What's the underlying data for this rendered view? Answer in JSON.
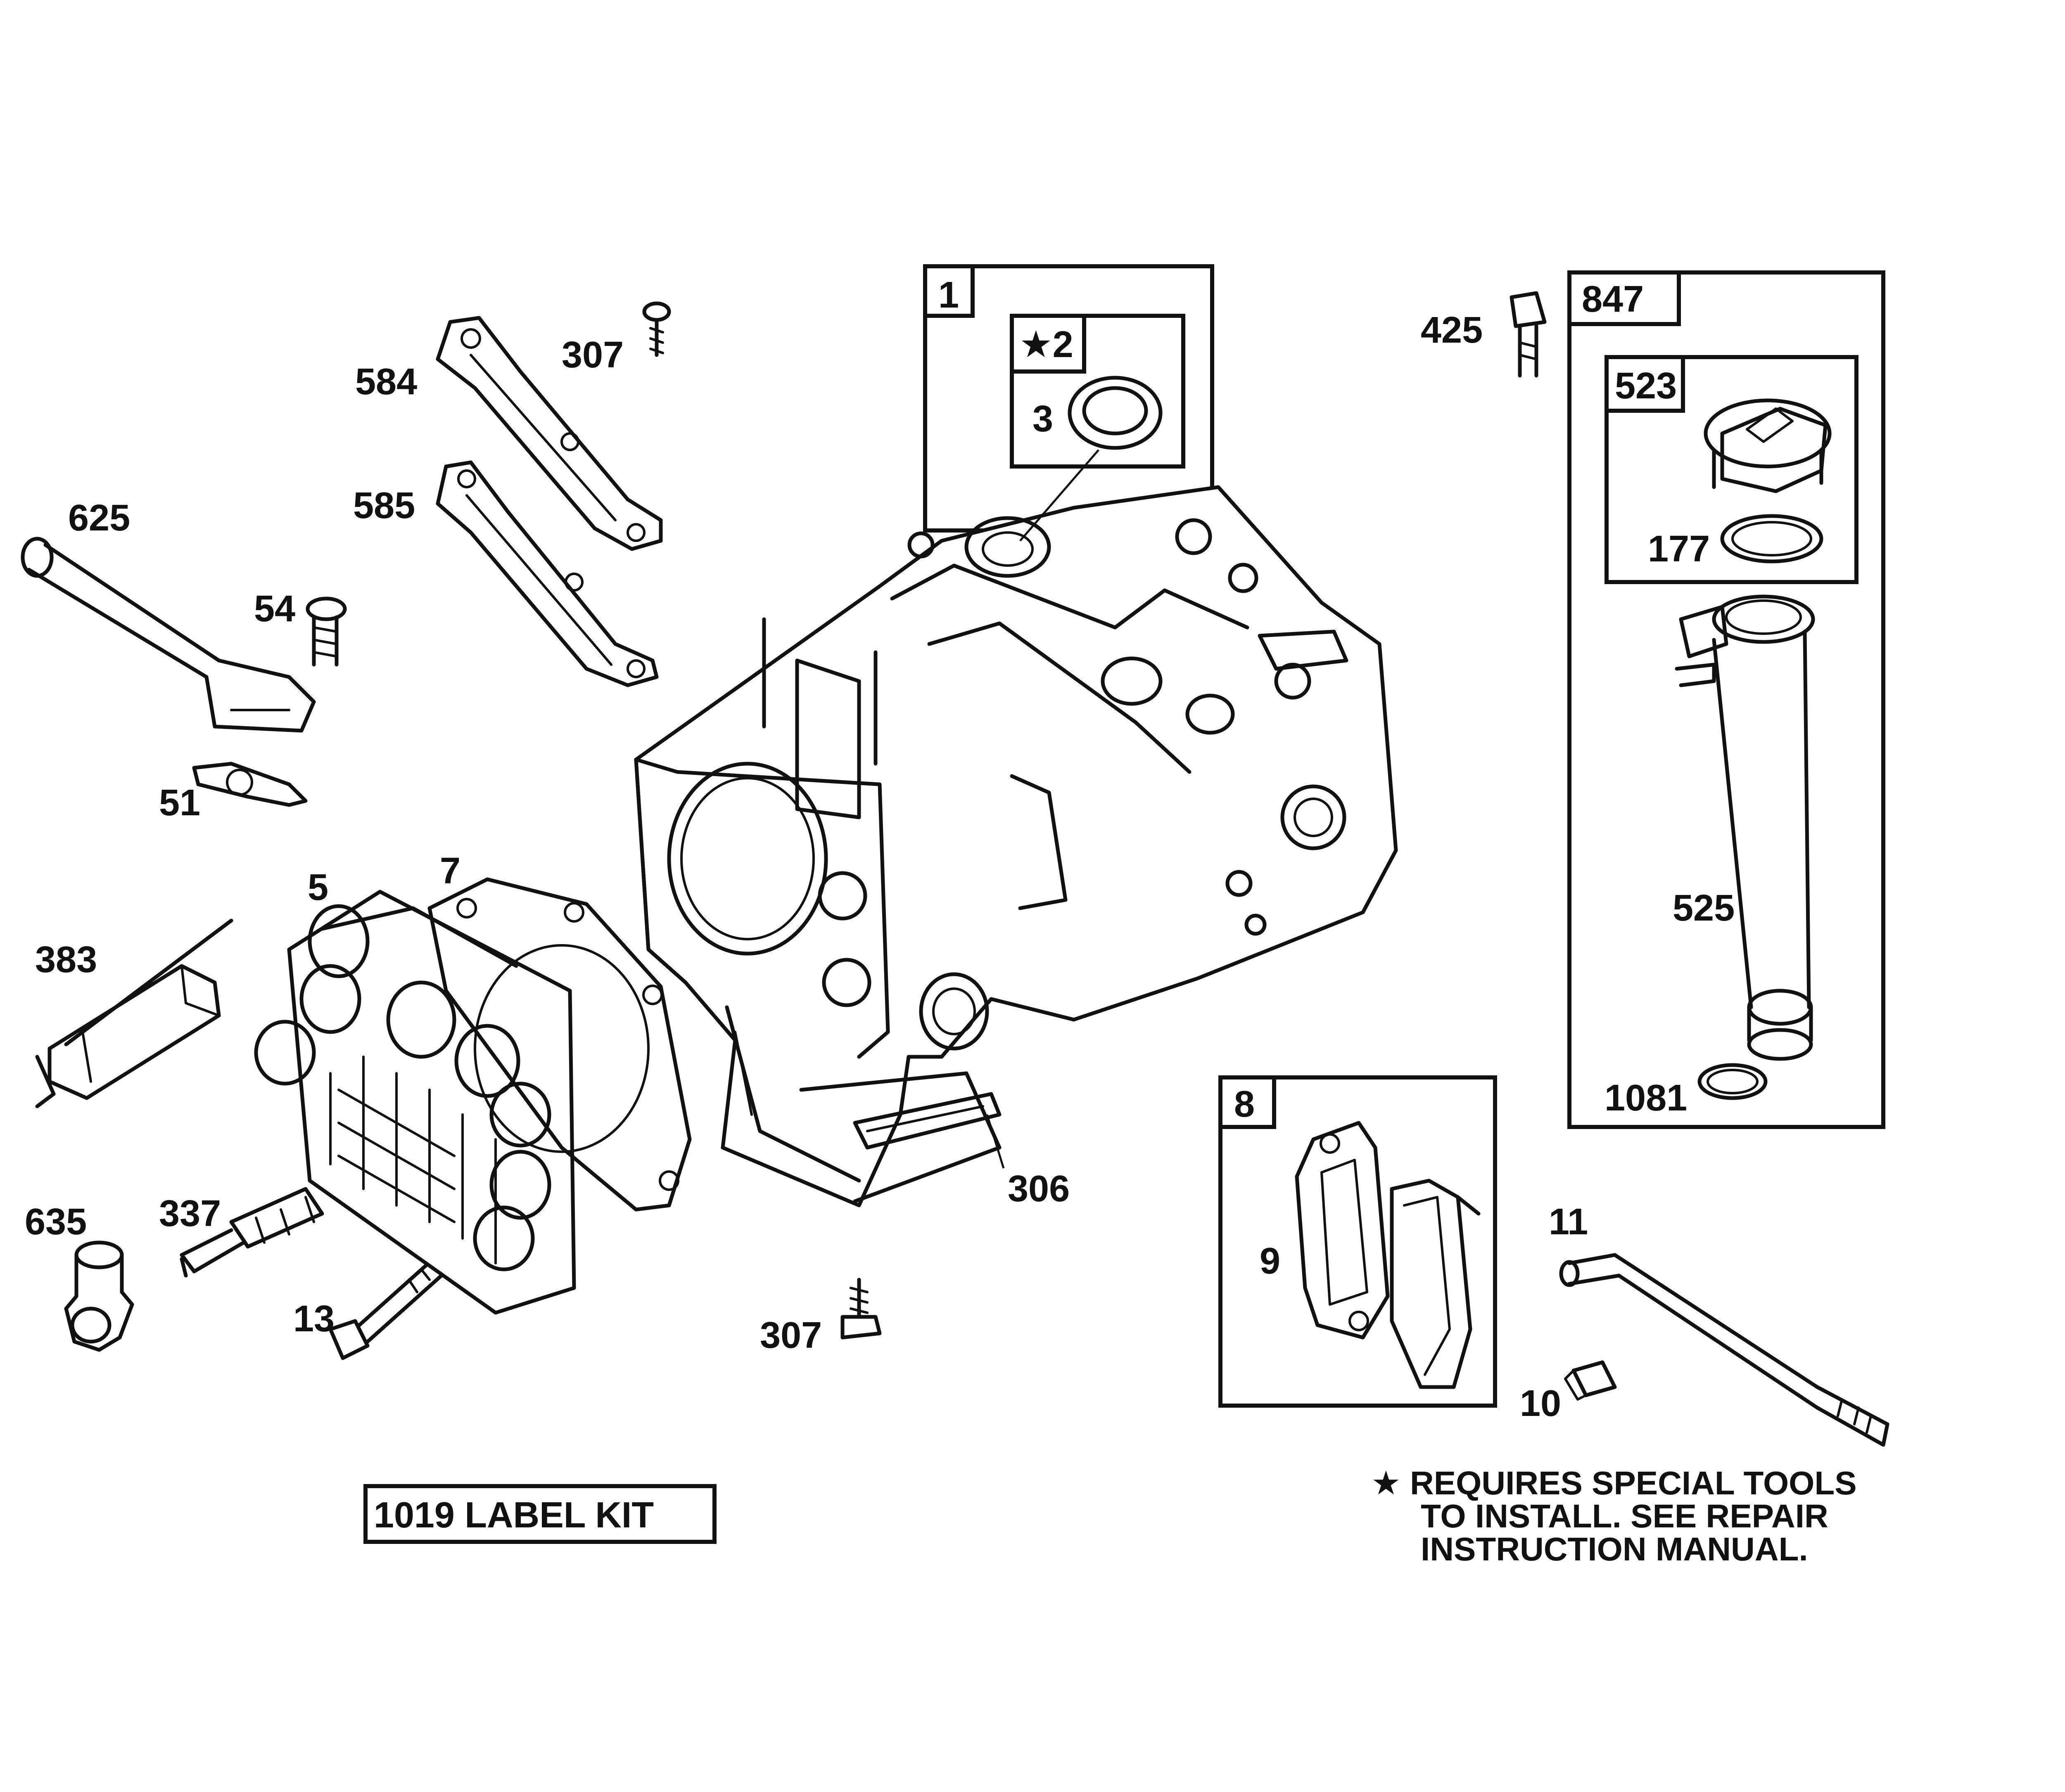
{
  "labels": {
    "p1": "1",
    "p2": "★2",
    "p3": "3",
    "p5": "5",
    "p7": "7",
    "p8": "8",
    "p9": "9",
    "p10": "10",
    "p11": "11",
    "p13": "13",
    "p51": "51",
    "p54": "54",
    "p177": "177",
    "p306": "306",
    "p307a": "307",
    "p307b": "307",
    "p337": "337",
    "p383": "383",
    "p425": "425",
    "p523": "523",
    "p525": "525",
    "p584": "584",
    "p585": "585",
    "p625": "625",
    "p635": "635",
    "p847": "847",
    "p1081": "1081"
  },
  "label_kit": "1019 LABEL KIT",
  "note": {
    "line1": "★ REQUIRES SPECIAL TOOLS",
    "line2": "TO INSTALL.  SEE REPAIR",
    "line3": "INSTRUCTION MANUAL."
  }
}
